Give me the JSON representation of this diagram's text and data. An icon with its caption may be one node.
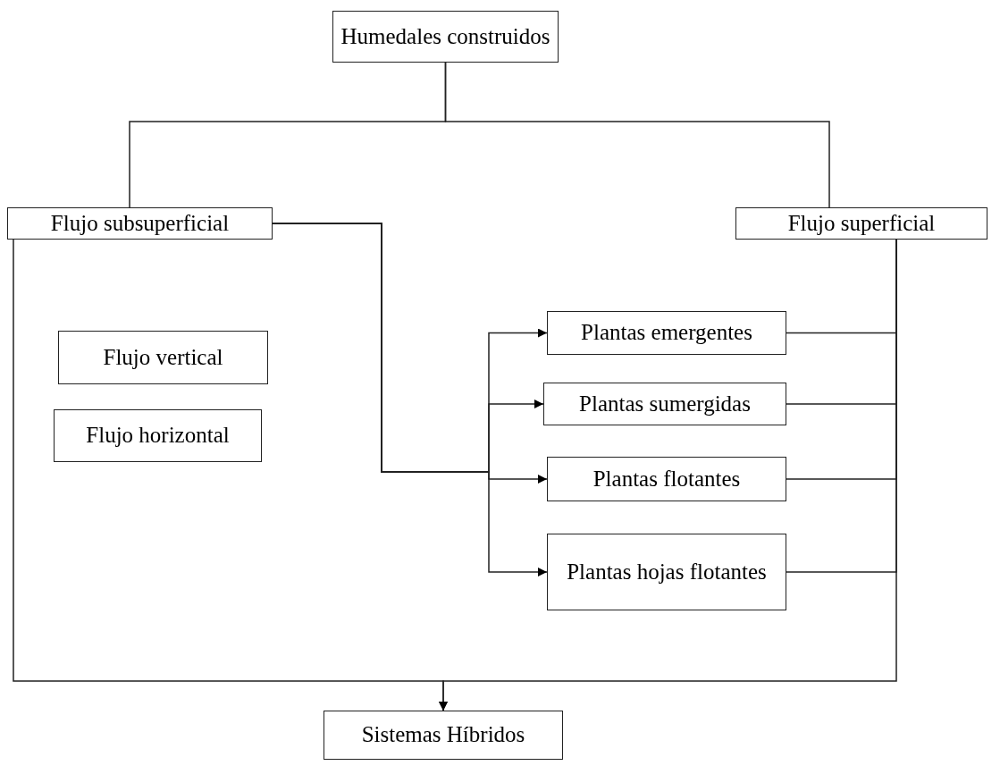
{
  "diagram": {
    "nodes": [
      {
        "text": [
          "Humedales construidos"
        ]
      },
      {
        "text": [
          "Flujo subsuperficial"
        ]
      },
      {
        "text": [
          "Flujo superficial"
        ]
      },
      {
        "text": [
          "Flujo vertical"
        ]
      },
      {
        "text": [
          "Flujo horizontal"
        ]
      },
      {
        "text": [
          "Plantas emergentes"
        ]
      },
      {
        "text": [
          "Plantas sumergidas"
        ]
      },
      {
        "text": [
          "Plantas flotantes"
        ]
      },
      {
        "text": [
          "Plantas hojas flotantes"
        ]
      },
      {
        "text": [
          "Sistemas Híbridos"
        ]
      }
    ],
    "edges": [
      {
        "from": 0,
        "to": 1,
        "arrow": "none"
      },
      {
        "from": 0,
        "to": 2,
        "arrow": "none"
      },
      {
        "from": 1,
        "to": 5,
        "arrow": "to"
      },
      {
        "from": 1,
        "to": 6,
        "arrow": "to"
      },
      {
        "from": 1,
        "to": 7,
        "arrow": "to"
      },
      {
        "from": 1,
        "to": 8,
        "arrow": "to"
      },
      {
        "from": 2,
        "to": 5,
        "arrow": "none"
      },
      {
        "from": 2,
        "to": 6,
        "arrow": "none"
      },
      {
        "from": 2,
        "to": 7,
        "arrow": "none"
      },
      {
        "from": 2,
        "to": 8,
        "arrow": "none"
      },
      {
        "from": 1,
        "to": 9,
        "arrow": "to"
      },
      {
        "from": 2,
        "to": 9,
        "arrow": "to"
      }
    ]
  }
}
